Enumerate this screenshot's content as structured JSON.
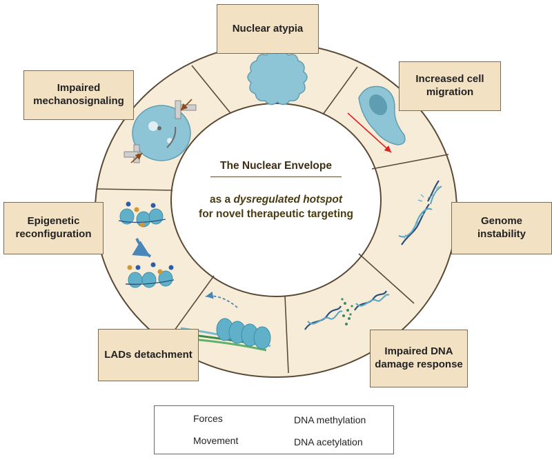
{
  "center": {
    "title": "The Nuclear Envelope",
    "line2_prefix": "as a ",
    "line2_italic": "dysregulated hotspot",
    "line3": "for novel therapeutic targeting"
  },
  "labels": {
    "nuclear_atypia": "Nuclear atypia",
    "increased_migration": "Increased cell migration",
    "genome_instability": "Genome instability",
    "impaired_dna": "Impaired DNA damage response",
    "lads": "LADs detachment",
    "epigenetic": "Epigenetic reconfiguration",
    "mechanosignaling": "Impaired mechanosignaling"
  },
  "legend": {
    "forces": "Forces",
    "movement": "Movement",
    "methylation": "DNA methylation",
    "acetylation": "DNA acetylation"
  },
  "colors": {
    "ring_fill": "#f7ecd8",
    "box_fill": "#f2e2c3",
    "cell_blue": "#8ec5d6",
    "forces": "#8b4a1a",
    "movement": "#e02020",
    "methylation": "#2a5ea8",
    "acetylation": "#d4962e"
  }
}
